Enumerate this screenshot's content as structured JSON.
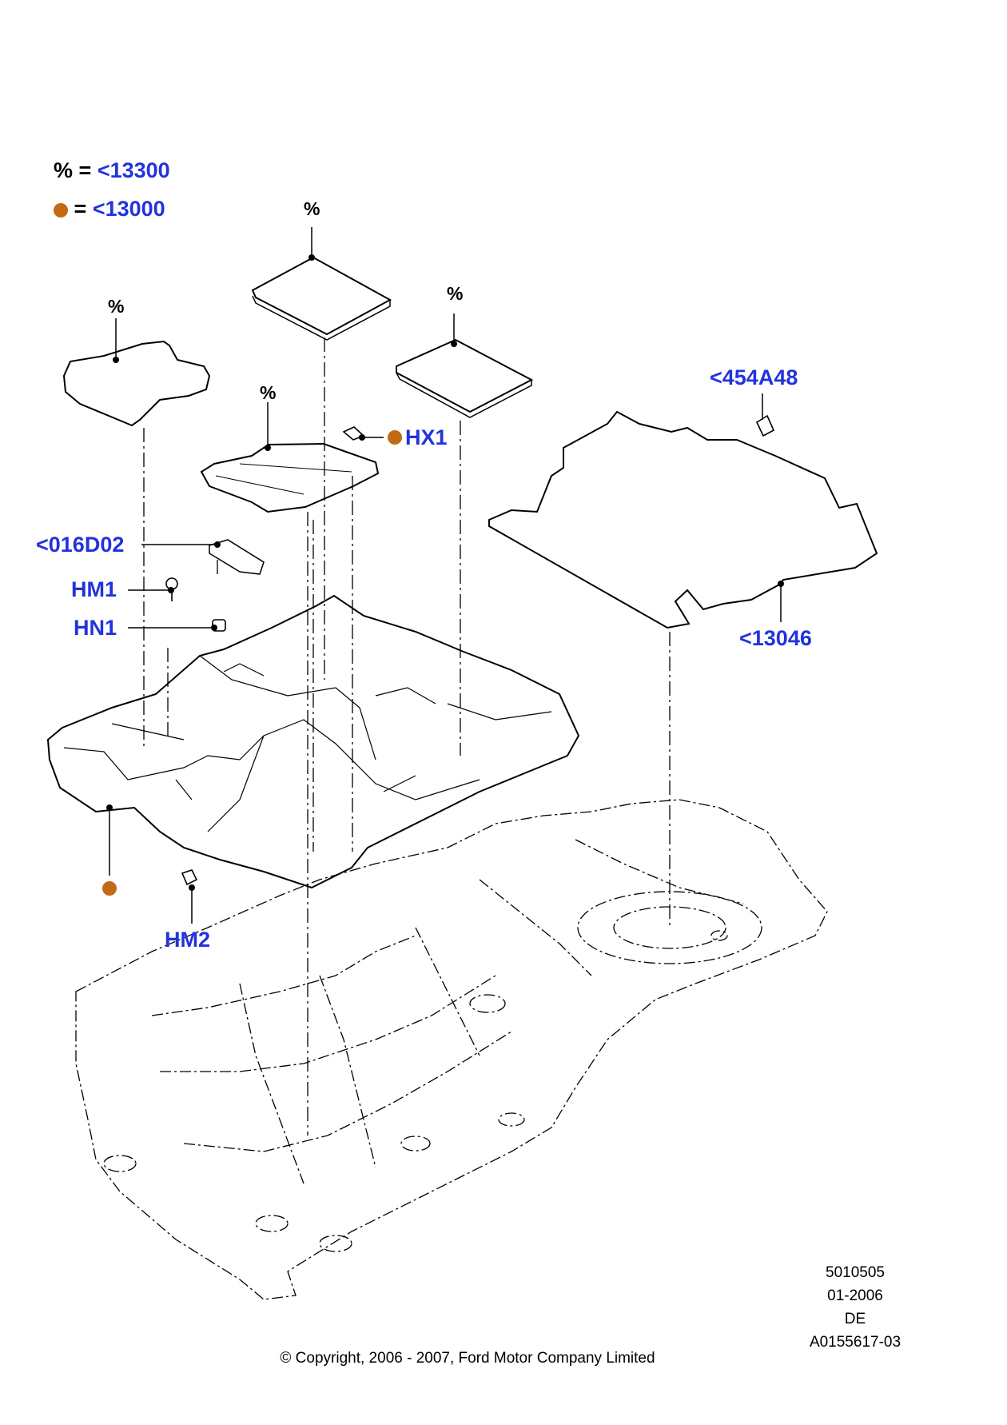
{
  "legend": {
    "percent_symbol": "%",
    "percent_ref": "<13300",
    "dot_ref": "<13000",
    "equals": "="
  },
  "percent_marker": "%",
  "callouts": {
    "hx1": "HX1",
    "part_454a48": "<454A48",
    "part_016d02": "<016D02",
    "hm1": "HM1",
    "hn1": "HN1",
    "part_13046": "<13046",
    "hm2": "HM2"
  },
  "drawing_info": {
    "number": "5010505",
    "date": "01-2006",
    "lang": "DE",
    "code": "A0155617-03"
  },
  "copyright": "© Copyright, 2006 - 2007, Ford Motor Company Limited",
  "colors": {
    "callout_blue": "#2233dd",
    "dot_orange": "#c06a14",
    "line_black": "#000000"
  }
}
